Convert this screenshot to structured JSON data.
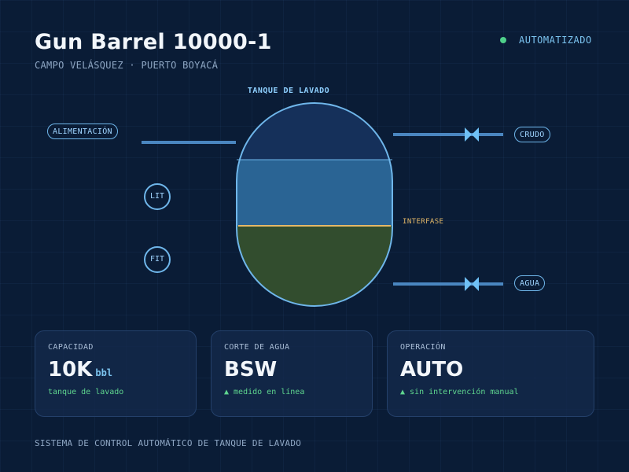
{
  "header": {
    "title": "Gun Barrel 10000-1",
    "subtitle": "CAMPO VELÁSQUEZ · PUERTO BOYACÁ",
    "status_text": "AUTOMATIZADO",
    "status_color": "#4fd08a"
  },
  "diagram": {
    "tank_label": "TANQUE DE LAVADO",
    "inlet_label": "ALIMENTACIÓN",
    "crude_label": "CRUDO",
    "water_label": "AGUA",
    "level_instrument": "LIT",
    "flow_instrument": "FIT",
    "interface_label": "INTERFASE",
    "colors": {
      "oil": "#2a6494",
      "water": "#324d2e",
      "gas": "#15305a",
      "outline": "#6fb6ea",
      "interface": "#e4b867"
    }
  },
  "cards": [
    {
      "label": "CAPACIDAD",
      "value": "10K",
      "unit": "bbl",
      "note": "tanque de lavado"
    },
    {
      "label": "CORTE DE AGUA",
      "value": "BSW",
      "unit": "",
      "note": "▲ medido en línea"
    },
    {
      "label": "OPERACIÓN",
      "value": "AUTO",
      "unit": "",
      "note": "▲ sin intervención manual"
    }
  ],
  "footer": "SISTEMA DE CONTROL AUTOMÁTICO DE TANQUE DE LAVADO"
}
